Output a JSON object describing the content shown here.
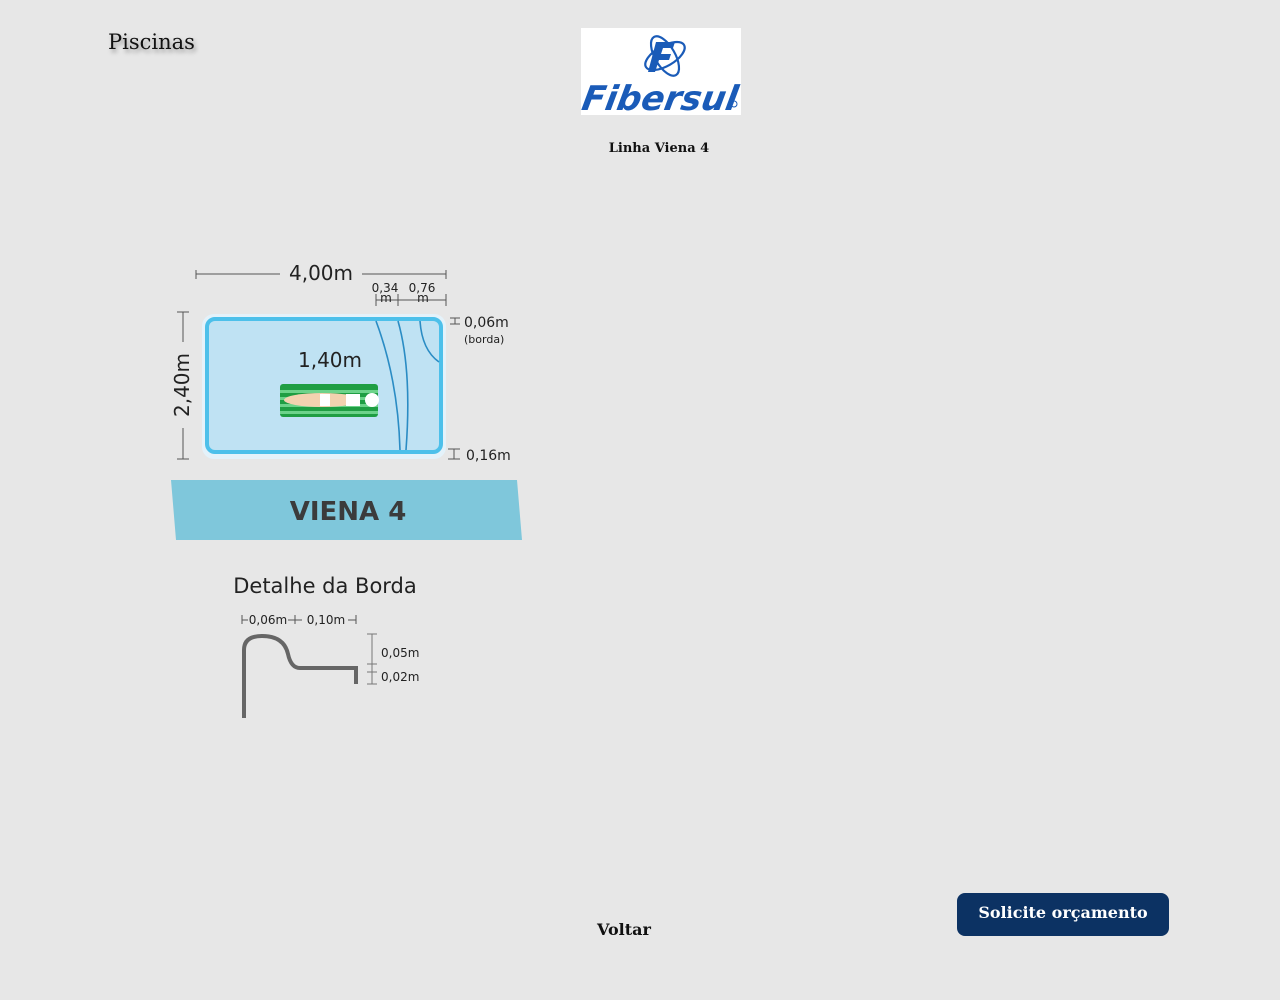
{
  "header": {
    "title": "Piscinas"
  },
  "brand": {
    "logo_text": "Fibersul",
    "logo_color": "#1a5bb8"
  },
  "product": {
    "subtitle": "Linha Viena 4",
    "model_name": "VIENA 4",
    "length": "4,00m",
    "width": "2,40m",
    "depth": "1,40m",
    "step_a": "0,34",
    "step_a_unit": "m",
    "step_b": "0,76",
    "step_b_unit": "m",
    "edge_width": "0,06m",
    "edge_note": "(borda)",
    "bottom_margin": "0,16m"
  },
  "edge_detail": {
    "title": "Detalhe da Borda",
    "width_a": "0,06m",
    "width_b": "0,10m",
    "height_a": "0,05m",
    "height_b": "0,02m"
  },
  "actions": {
    "back_label": "Voltar",
    "quote_label": "Solicite orçamento"
  },
  "colors": {
    "background": "#e7e7e7",
    "pool_water": "#bfe2f3",
    "pool_border": "#4dc0ea",
    "banner": "#7fc7db",
    "button": "#0c3263"
  }
}
